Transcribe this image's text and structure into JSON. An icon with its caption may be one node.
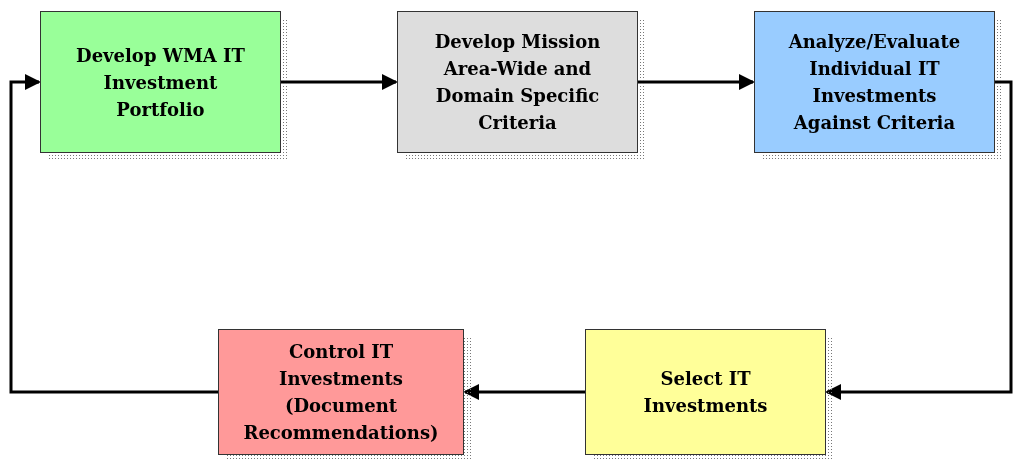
{
  "diagram": {
    "nodes": [
      {
        "text": [
          "Develop WMA IT Investment Portfolio"
        ]
      },
      {
        "text": [
          "Develop Mission Area-Wide and Domain Specific Criteria"
        ]
      },
      {
        "text": [
          "Analyze/Evaluate Individual IT Investments Against Criteria"
        ]
      },
      {
        "text": [
          "Control IT Investments (Document Recommendations)"
        ]
      },
      {
        "text": [
          "Select IT Investments"
        ]
      }
    ],
    "edges": [
      {
        "from": 0,
        "to": 1,
        "arrow": "to"
      },
      {
        "from": 1,
        "to": 2,
        "arrow": "to"
      },
      {
        "from": 2,
        "to": 4,
        "arrow": "to"
      },
      {
        "from": 4,
        "to": 3,
        "arrow": "to"
      },
      {
        "from": 3,
        "to": 0,
        "arrow": "to"
      }
    ]
  }
}
